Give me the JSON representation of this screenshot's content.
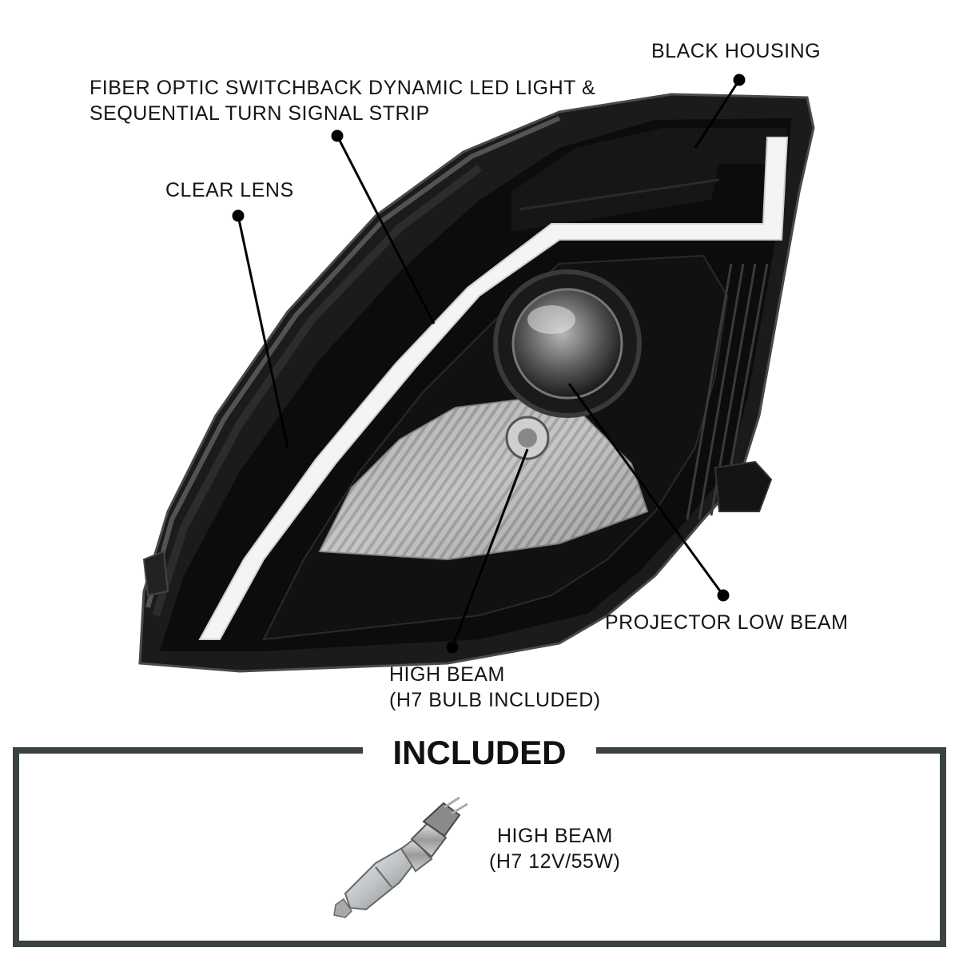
{
  "callouts": {
    "black_housing": "BLACK HOUSING",
    "fiber_optic_line1": "FIBER OPTIC SWITCHBACK DYNAMIC LED LIGHT &",
    "fiber_optic_line2": "SEQUENTIAL TURN SIGNAL STRIP",
    "clear_lens": "CLEAR LENS",
    "projector_low_beam": "PROJECTOR LOW BEAM",
    "high_beam_line1": "HIGH BEAM",
    "high_beam_line2": "(H7 BULB INCLUDED)"
  },
  "included": {
    "title": "INCLUDED",
    "item_line1": "HIGH BEAM",
    "item_line2": "(H7 12V/55W)"
  },
  "colors": {
    "housing": "#0c0c0c",
    "frame": "#3b4244",
    "led_strip": "#f4f4f4",
    "text": "#151515"
  }
}
